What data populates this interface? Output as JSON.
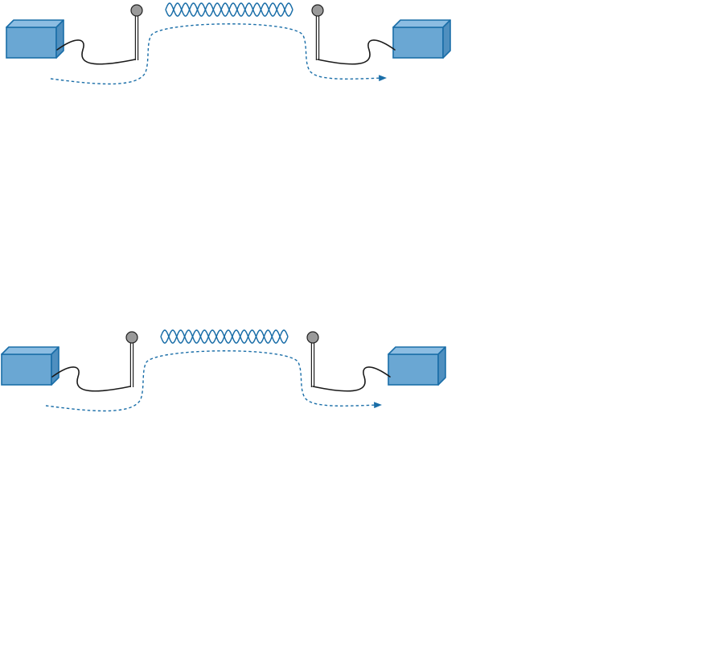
{
  "colors": {
    "device_face": "#6aa7d3",
    "device_top": "#8cbde2",
    "device_side": "#4f8fbf",
    "device_edge": "#1a6ea8",
    "antenna_tip": "#9a9a9a",
    "antenna_line": "#222222",
    "cable": "#1a1a1a",
    "signal_wave": "#1a6ea8",
    "path": "#1a6ea8",
    "background": "#ffffff"
  },
  "diagrams": [
    {
      "name": "upper-link",
      "elements": [
        "transmitter-device",
        "transmit-antenna",
        "radio-wave",
        "receive-antenna",
        "receiver-device",
        "signal-path-arrow"
      ]
    },
    {
      "name": "lower-link",
      "elements": [
        "transmitter-device",
        "transmit-antenna",
        "radio-wave",
        "receive-antenna",
        "receiver-device",
        "signal-path-arrow"
      ]
    }
  ]
}
